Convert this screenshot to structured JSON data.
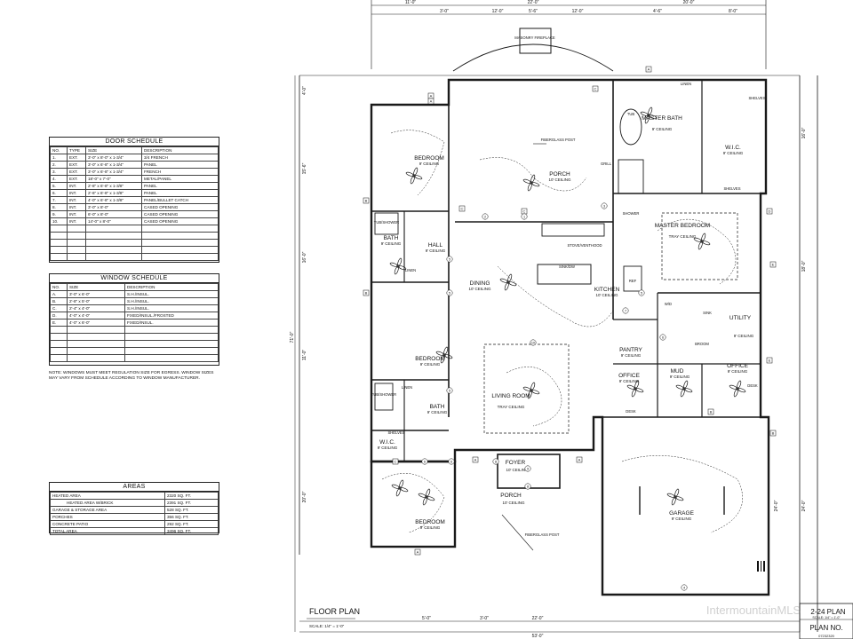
{
  "door_schedule": {
    "title": "DOOR SCHEDULE",
    "headers": [
      "NO.",
      "TYPE",
      "SIZE",
      "DESCRIPTION"
    ],
    "rows": [
      [
        "1.",
        "EXT.",
        "3'-0\" x 8'-0\" x 1-3/4\"",
        "3/4 FRENCH"
      ],
      [
        "2.",
        "EXT.",
        "3'-0\" x 6'-8\" x 1-3/4\"",
        "PANEL"
      ],
      [
        "3.",
        "EXT.",
        "3'-0\" x 6'-8\" x 1-3/4\"",
        "FRENCH"
      ],
      [
        "4.",
        "EXT.",
        "18'-0\" x 7'-0\"",
        "METAL/PANEL"
      ],
      [
        "5.",
        "INT.",
        "2'-8\" x 6'-8\" x 1-3/8\"",
        "PANEL"
      ],
      [
        "6.",
        "INT.",
        "2'-6\" x 6'-8\" x 1-3/8\"",
        "PANEL"
      ],
      [
        "7.",
        "INT.",
        "4'-0\" x 6'-8\" x 1-3/8\"",
        "PANEL/BULLET CATCH"
      ],
      [
        "8.",
        "INT.",
        "3'-0\" x 8'-0\"",
        "CASED OPENING"
      ],
      [
        "9.",
        "INT.",
        "6'-0\" x 8'-0\"",
        "CASED OPENING"
      ],
      [
        "10.",
        "INT.",
        "14'-0\" x 8'-0\"",
        "CASED OPENING"
      ]
    ]
  },
  "window_schedule": {
    "title": "WINDOW SCHEDULE",
    "headers": [
      "NO.",
      "SIZE",
      "DESCRIPTION"
    ],
    "rows": [
      [
        "A.",
        "3'-0\" x 6'-0\"",
        "S.H./INSUL."
      ],
      [
        "B.",
        "2'-8\" x 5'-0\"",
        "S.H./INSUL."
      ],
      [
        "C.",
        "2'-4\" x 4'-0\"",
        "S.H./INSUL."
      ],
      [
        "D.",
        "4'-0\" x 4'-0\"",
        "FIXED/INSUL./FROSTED"
      ],
      [
        "E.",
        "4'-0\" x 6'-0\"",
        "FIXED/INSUL."
      ]
    ],
    "note": "NOTE: WINDOWS MUST MEET REGULATION SIZE FOR EGRESS. WINDOW SIZES MAY VARY FROM SCHEDULE ACCORDING TO WINDOW MANUFACTURER."
  },
  "areas": {
    "title": "AREAS",
    "rows": [
      [
        "HEATED AREA",
        "2320 SQ. FT."
      ],
      [
        "HEATED AREA W/BRICK",
        "2391 SQ. FT."
      ],
      [
        "GARAGE & STORAGE AREA",
        "528 SQ. FT."
      ],
      [
        "PORCHES",
        "356 SQ. FT."
      ],
      [
        "CONCRETE PATIO",
        "292 SQ. FT."
      ],
      [
        "TOTAL AREA",
        "3496 SQ. FT."
      ]
    ]
  },
  "plan": {
    "title": "FLOOR PLAN",
    "scale": "SCALE: 1/4\" = 1'-0\"",
    "plan_no_label": "PLAN NO.",
    "plan_number": "07232320",
    "title_block_label": "2-24 PLAN",
    "title_block_scale": "SCALE: 1/4\" = 1'-0\"",
    "watermark": "IntermountainMLS"
  },
  "rooms": {
    "bedroom_nw": "BEDROOM",
    "bedroom_nw_ceiling": "9' CEILING",
    "porch_rear": "PORCH",
    "porch_rear_ceiling": "10' CEILING",
    "master_bath": "MASTER BATH",
    "master_bath_ceiling": "9' CEILING",
    "wic_master": "W.I.C.",
    "wic_master_ceiling": "9' CEILING",
    "master_bedroom": "MASTER BEDROOM",
    "master_bedroom_ceiling": "TRAY CEILING",
    "bath_west": "BATH",
    "bath_west_ceiling": "9' CEILING",
    "hall": "HALL",
    "hall_ceiling": "9' CEILING",
    "dining": "DINING",
    "dining_ceiling": "10' CEILING",
    "kitchen": "KITCHEN",
    "kitchen_ceiling": "10' CEILING",
    "utility": "UTILITY",
    "utility_ceiling": "9' CEILING",
    "pantry": "PANTRY",
    "pantry_ceiling": "9' CEILING",
    "bedroom_mid": "BEDROOM",
    "bedroom_mid_ceiling": "9' CEILING",
    "living_room": "LIVING ROOM",
    "living_room_ceiling": "TRAY CEILING",
    "office_1": "OFFICE",
    "office_1_ceiling": "9' CEILING",
    "mud": "MUD",
    "mud_ceiling": "9' CEILING",
    "office_2": "OFFICE",
    "office_2_ceiling": "9' CEILING",
    "bath_mid": "BATH",
    "bath_mid_ceiling": "9' CEILING",
    "wic_south": "W.I.C.",
    "wic_south_ceiling": "9' CEILING",
    "foyer": "FOYER",
    "foyer_ceiling": "10' CEILING",
    "porch_front": "PORCH",
    "porch_front_ceiling": "10' CEILING",
    "garage": "GARAGE",
    "garage_ceiling": "9' CEILING",
    "bedroom_sw": "BEDROOM",
    "bedroom_sw_ceiling": "9' CEILING"
  },
  "fixtures": {
    "masonry_fireplace": "MASONRY FIREPLACE",
    "fiberglass_post_rear": "FIBERGLASS POST",
    "fiberglass_post_front": "FIBERGLASS POST",
    "linen_master": "LINEN",
    "linen_hall": "LINEN",
    "linen_mid": "LINEN",
    "shelves_master": "SHELVES",
    "shelves_wic": "SHELVES",
    "shelves_south": "SHELVES",
    "tub_master": "TUB",
    "shower_master": "SHOWER",
    "tub_shower_west": "TUB/SHOWER",
    "tub_shower_mid": "TUB/SHOWER",
    "stove": "STOVE/VENTHOOD",
    "sink_dw": "SINK/DW",
    "ref": "REF",
    "desk_office1": "DESK",
    "desk_office2": "DESK",
    "broom": "BROOM",
    "wd": "W/D",
    "sink_utility": "SINK",
    "grill": "GRILL"
  },
  "dimensions": {
    "top_total_left": "11'-0\"",
    "top_total_mid": "22'-0\"",
    "top_total_right": "20'-0\"",
    "top_1": "3'-0\"",
    "top_2": "12'-0\"",
    "top_3": "5'-6\"",
    "top_4": "12'-0\"",
    "top_5": "4'-6\"",
    "top_6": "8'-0\"",
    "left_1": "4'-0\"",
    "left_2": "15'-6\"",
    "left_3": "16'-0\"",
    "left_4": "11'-0\"",
    "left_5": "20'-0\"",
    "left_total": "71'-0\"",
    "right_1": "16'-0\"",
    "right_2": "18'-0\"",
    "right_3": "24'-0\"",
    "bottom_1": "5'-0\"",
    "bottom_2": "3'-0\"",
    "bottom_3": "22'-0\"",
    "bottom_total": "53'-0\"",
    "garage_width": "24'-0\""
  },
  "window_tags": [
    "A",
    "A",
    "A",
    "B",
    "B",
    "C",
    "C",
    "C",
    "D",
    "E",
    "E",
    "A",
    "A",
    "A",
    "B",
    "B",
    "C"
  ],
  "door_tags": [
    "1",
    "2",
    "3",
    "4",
    "5",
    "5",
    "5",
    "5",
    "6",
    "6",
    "6",
    "7",
    "8",
    "8",
    "9",
    "10"
  ]
}
